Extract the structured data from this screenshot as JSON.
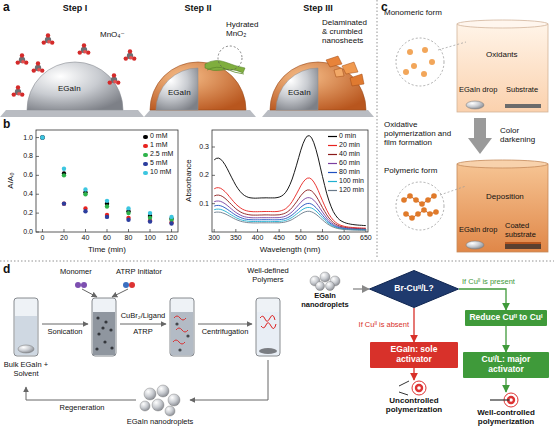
{
  "diagram": {
    "nodes": [
      {
        "text": [
          "EGaIn nanodroplets"
        ]
      },
      {
        "text": [
          "Br-Cuᴵᴵ/L?"
        ]
      },
      {
        "text": [
          "Reduce Cuᴵᴵ to Cuᴵ"
        ]
      },
      {
        "text": [
          "EGaIn: sole activator"
        ]
      },
      {
        "text": [
          "Cuᴵ/L: major activator"
        ]
      },
      {
        "text": [
          "Uncontrolled polymerization"
        ]
      },
      {
        "text": [
          "Well-controlled polymerization"
        ]
      }
    ],
    "edges": [
      {
        "from": 0,
        "to": 1,
        "arrow": "to"
      },
      {
        "from": 1,
        "to": 3,
        "label": "If Cuᴵᴵ is absent",
        "arrow": "to"
      },
      {
        "from": 1,
        "to": 2,
        "label": "If Cuᴵᴵ is present",
        "arrow": "to"
      },
      {
        "from": 2,
        "to": 4,
        "arrow": "to"
      },
      {
        "from": 3,
        "to": 5,
        "arrow": "to"
      },
      {
        "from": 4,
        "to": 6,
        "arrow": "to"
      }
    ],
    "labels": [
      "a",
      "Step I",
      "Step II",
      "Step III",
      "MnO₄⁻",
      "EGaIn",
      "Hydrated MnO₂",
      "EGaIn",
      "Delaminated & crumbled nanosheets",
      "EGaIn",
      "c",
      "Monomeric form",
      "Oxidants",
      "EGaIn drop",
      "Substrate",
      "Oxidative polymerization and film formation",
      "Color darkening",
      "Polymeric form",
      "Deposition",
      "EGaIn drop",
      "Coated substrate",
      "b",
      "A/A₀",
      "1.0",
      "0.8",
      "0.6",
      "0.4",
      "0.2",
      "0.0",
      "0",
      "20",
      "40",
      "60",
      "80",
      "100",
      "120",
      "Time (min)",
      "Absorbance",
      "0.3",
      "0.2",
      "0.1",
      "300",
      "350",
      "400",
      "450",
      "500",
      "550",
      "600",
      "650",
      "Wavelength (nm)",
      "d",
      "Monomer",
      "ATRP Initiator",
      "Well-defined Polymers",
      "Sonication",
      "CuBr₂/Ligand",
      "ATRP",
      "Centrifugation",
      "Bulk EGaIn + Solvent",
      "Regeneration",
      "EGaIn nanodroplets"
    ],
    "legend": [
      {
        "text": "0 mM",
        "color": "#000000"
      },
      {
        "text": "1 mM",
        "color": "#e8231f"
      },
      {
        "text": "2.5 mM",
        "color": "#2db34a"
      },
      {
        "text": "5 mM",
        "color": "#2c3e9e"
      },
      {
        "text": "10 mM",
        "color": "#3cc6e0"
      },
      {
        "text": "0 min"
      },
      {
        "text": "20 min"
      },
      {
        "text": "40 min"
      },
      {
        "text": "60 min"
      },
      {
        "text": "80 min"
      },
      {
        "text": "100 min"
      },
      {
        "text": "120 min"
      }
    ]
  }
}
